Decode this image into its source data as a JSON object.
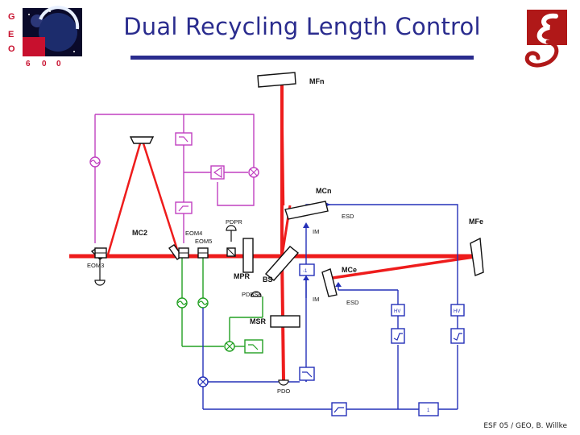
{
  "title": "Dual Recycling Length Control",
  "credit": "ESF 05 / GEO, B. Willke",
  "logo": {
    "letters": [
      "G",
      "E",
      "O",
      "6",
      "0",
      "0"
    ]
  },
  "labels": {
    "mfn": "MFn",
    "mcn": "MCn",
    "mfe": "MFe",
    "mce": "MCe",
    "mc2": "MC2",
    "eom4": "EOM4",
    "eom5": "EOM5",
    "eom3": "EOM3",
    "pdpr": "PDPR",
    "mpr": "MPR",
    "bs": "BS",
    "pdbse": "PDBSe",
    "msr": "MSR",
    "pdo": "PDO",
    "esd_top": "ESD",
    "esd_low": "ESD",
    "im_top": "IM",
    "im_low": "IM",
    "hv_left": "HV",
    "hv_right": "HV",
    "invert": "-1",
    "sum": "1"
  },
  "colors": {
    "laser": "#ee1c1c",
    "magenta": "#c040c0",
    "green": "#22a022",
    "blue": "#2430b8",
    "title": "#2a2c8e"
  }
}
